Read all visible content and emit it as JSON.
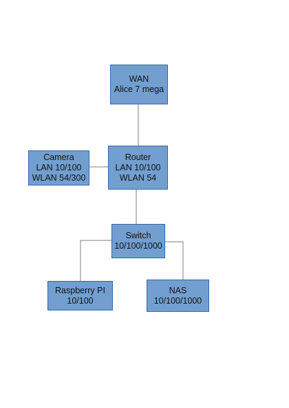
{
  "diagram": {
    "nodes": [
      {
        "id": "wan",
        "lines": [
          "WAN",
          "Alice 7 mega"
        ]
      },
      {
        "id": "router",
        "lines": [
          "Router",
          "LAN 10/100",
          "WLAN 54"
        ]
      },
      {
        "id": "camera",
        "lines": [
          "Camera",
          "LAN 10/100",
          "WLAN 54/300"
        ]
      },
      {
        "id": "switch",
        "lines": [
          "Switch",
          "10/100/1000"
        ]
      },
      {
        "id": "raspberry",
        "lines": [
          "Raspberry PI",
          "10/100"
        ]
      },
      {
        "id": "nas",
        "lines": [
          "NAS",
          "10/100/1000"
        ]
      }
    ],
    "edges": [
      {
        "from": "wan",
        "to": "router"
      },
      {
        "from": "camera",
        "to": "router"
      },
      {
        "from": "router",
        "to": "switch"
      },
      {
        "from": "switch",
        "to": "raspberry"
      },
      {
        "from": "switch",
        "to": "nas"
      }
    ],
    "colors": {
      "node_fill": "#729fcf",
      "node_border": "#3465a4",
      "connector": "#808080",
      "text": "#111111"
    }
  }
}
